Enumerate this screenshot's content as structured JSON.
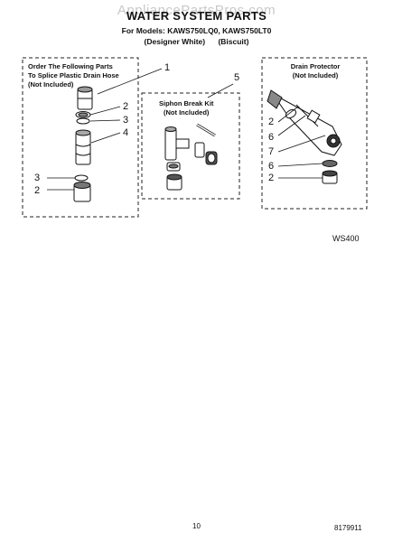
{
  "watermark": "AppliancePartsPros.com",
  "header": {
    "title": "WATER SYSTEM PARTS",
    "models": "For Models: KAWS750LQ0, KAWS750LT0",
    "variant_white": "(Designer White)",
    "variant_biscuit": "(Biscuit)"
  },
  "boxes": {
    "splice": {
      "line1": "Order The Following Parts",
      "line2": "To Splice Plastic Drain Hose",
      "line3": "(Not Included)"
    },
    "siphon": {
      "line1": "Siphon Break Kit",
      "line2": "(Not Included)"
    },
    "protector": {
      "line1": "Drain Protector",
      "line2": "(Not Included)"
    }
  },
  "callouts": {
    "n1": "1",
    "n5": "5",
    "left_2a": "2",
    "left_3a": "3",
    "left_4": "4",
    "left_3b": "3",
    "left_2b": "2",
    "right_2a": "2",
    "right_6a": "6",
    "right_7": "7",
    "right_6b": "6",
    "right_2b": "2"
  },
  "diagram_code": "WS400",
  "footer": {
    "page": "10",
    "part_number": "8179911"
  }
}
